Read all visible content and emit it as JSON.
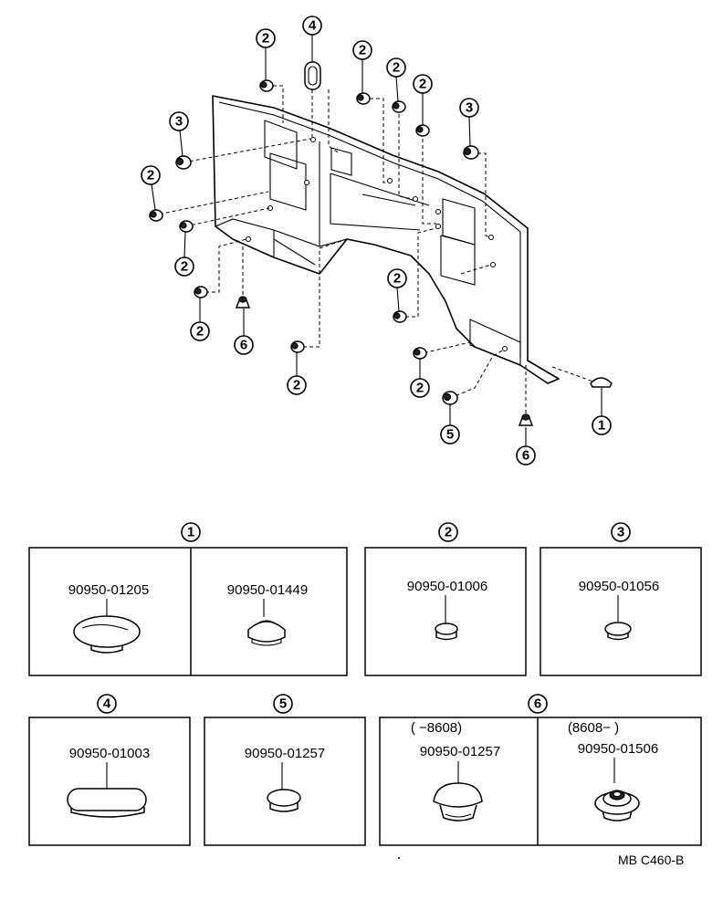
{
  "diagram_callouts": {
    "c1": "1",
    "c2": "2",
    "c3": "3",
    "c4": "4",
    "c5": "5",
    "c6": "6"
  },
  "parts": {
    "group1": {
      "callout": "1",
      "left_part": "90950-01205",
      "right_part": "90950-01449"
    },
    "group2": {
      "callout": "2",
      "part": "90950-01006"
    },
    "group3": {
      "callout": "3",
      "part": "90950-01056"
    },
    "group4": {
      "callout": "4",
      "part": "90950-01003"
    },
    "group5": {
      "callout": "5",
      "part": "90950-01257"
    },
    "group6": {
      "callout": "6",
      "left_range": "(      −8608)",
      "right_range": "(8608−          )",
      "left_part": "90950-01257",
      "right_part": "90950-01506"
    }
  },
  "footer": {
    "code": "MB  C460-B"
  }
}
